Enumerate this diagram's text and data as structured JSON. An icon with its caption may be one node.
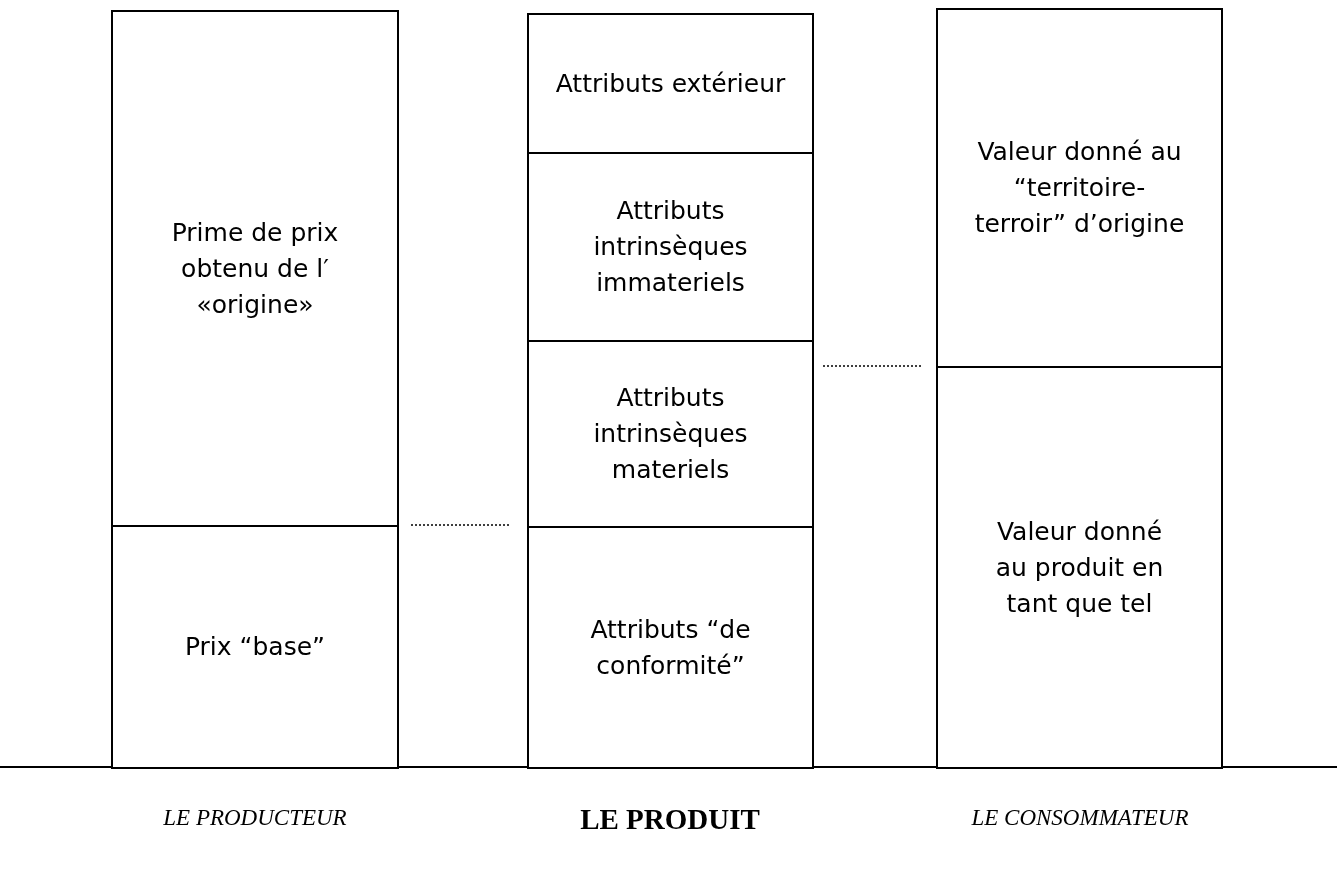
{
  "diagram": {
    "nodes": [
      {
        "text": [
          "Prime de prix obtenu de l′ «origine»"
        ]
      },
      {
        "text": [
          "Prix “base”"
        ]
      },
      {
        "text": [
          "Attributs extérieur"
        ]
      },
      {
        "text": [
          "Attributs intrinsèques immateriels"
        ]
      },
      {
        "text": [
          "Attributs intrinsèques materiels"
        ]
      },
      {
        "text": [
          "Attributs “de conformité”"
        ]
      },
      {
        "text": [
          "Valeur donné au “territoire-terroir” d’origine"
        ]
      },
      {
        "text": [
          "Valeur donné au produit en tant que tel"
        ]
      }
    ],
    "labels": [
      "LE PRODUCTEUR",
      "LE PRODUIT",
      "LE CONSOMMATEUR"
    ]
  }
}
